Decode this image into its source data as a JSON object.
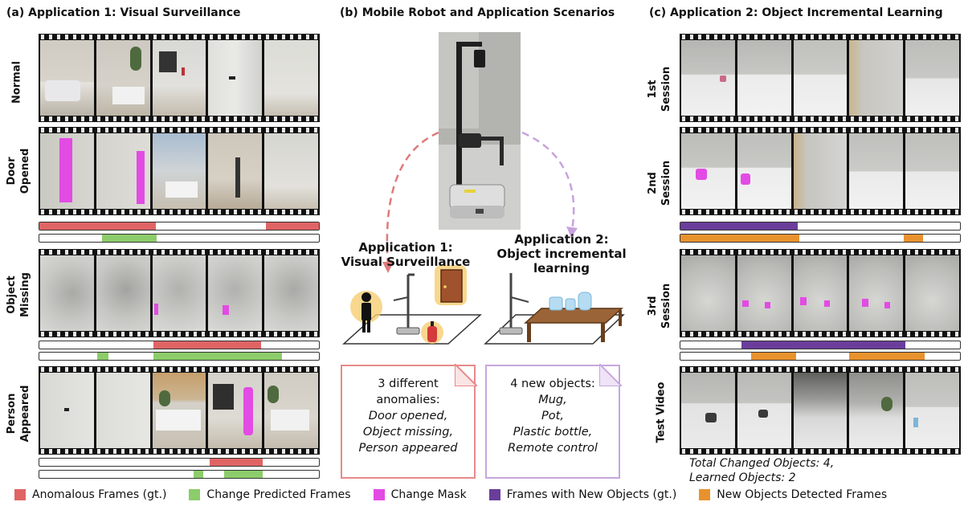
{
  "panels": {
    "a": {
      "title": "(a) Application 1: Visual Surveillance"
    },
    "b": {
      "title": "(b) Mobile Robot and Application Scenarios"
    },
    "c": {
      "title": "(c) Application 2: Object Incremental Learning"
    }
  },
  "surveillance_rows": [
    {
      "line1": "Normal",
      "line2": ""
    },
    {
      "line1": "Door",
      "line2": "Opened"
    },
    {
      "line1": "Object",
      "line2": "Missing"
    },
    {
      "line1": "Person",
      "line2": "Appeared"
    }
  ],
  "session_rows": [
    {
      "line1": "1st",
      "line2": "Session"
    },
    {
      "line1": "2nd",
      "line2": "Session"
    },
    {
      "line1": "3rd",
      "line2": "Session"
    },
    {
      "line1": "Test Video",
      "line2": ""
    }
  ],
  "app1": {
    "line1": "Application 1:",
    "line2": "Visual Surveillance"
  },
  "app2": {
    "line1": "Application 2:",
    "line2": "Object incremental",
    "line3": "learning"
  },
  "callout_left": {
    "line1": "3 different",
    "line2": "anomalies:",
    "items": [
      "Door opened,",
      "Object missing,",
      "Person appeared"
    ]
  },
  "callout_right": {
    "line1": "4 new objects:",
    "items": [
      "Mug,",
      "Pot,",
      "Plastic bottle,",
      "Remote control"
    ]
  },
  "summary": {
    "line1": "Total  Changed Objects: 4,",
    "line2": "Learned Objects: 2"
  },
  "legend": {
    "items": [
      {
        "label": "Anomalous Frames (gt.)",
        "color": "#e06464"
      },
      {
        "label": "Change Predicted Frames",
        "color": "#8ccc6a"
      },
      {
        "label": "Change Mask",
        "color": "#e24be4"
      },
      {
        "label": "Frames with New Objects (gt.)",
        "color": "#6a3d9a"
      },
      {
        "label": "New Objects Detected Frames",
        "color": "#e8922e"
      }
    ]
  },
  "colors": {
    "anomalous": "#e06464",
    "predicted": "#8ccc6a",
    "mask": "#e24be4",
    "new_objects_gt": "#6a3d9a",
    "detected": "#e8922e"
  }
}
